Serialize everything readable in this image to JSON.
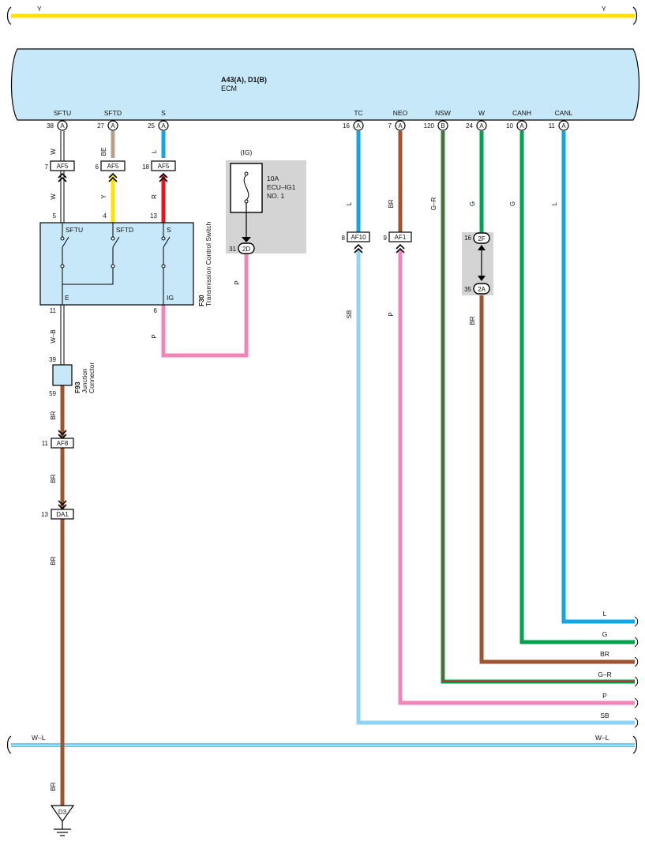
{
  "wire_colors": {
    "Y": "#ffe000",
    "L": "#12a5e6",
    "SB": "#8fd4f4",
    "BR": "#a0532d",
    "P": "#ef85b8",
    "G": "#00a34e",
    "R": "#e8141a",
    "BE": "#b9a08c",
    "GR_green": "#00a34e",
    "GR_red": "#e8141a",
    "WL_blue": "#12a5e6"
  },
  "top_bus": {
    "label_left": "Y",
    "label_right": "Y"
  },
  "ecm": {
    "title": "A43(A), D1(B)",
    "name": "ECM",
    "fill": "#c6e8f8",
    "pins": [
      {
        "name": "SFTU",
        "pin": "38",
        "conn": "A"
      },
      {
        "name": "SFTD",
        "pin": "27",
        "conn": "A"
      },
      {
        "name": "S",
        "pin": "25",
        "conn": "A"
      },
      {
        "name": "TC",
        "pin": "16",
        "conn": "A"
      },
      {
        "name": "NEO",
        "pin": "7",
        "conn": "A"
      },
      {
        "name": "NSW",
        "pin": "120",
        "conn": "B"
      },
      {
        "name": "W",
        "pin": "24",
        "conn": "A"
      },
      {
        "name": "CANH",
        "pin": "10",
        "conn": "A"
      },
      {
        "name": "CANL",
        "pin": "11",
        "conn": "A"
      }
    ]
  },
  "wire_labels": {
    "sftu_upper": "W",
    "sftd_upper": "BE",
    "s_upper": "L",
    "sftu_lower": "W",
    "sftd_lower": "Y",
    "s_lower": "R",
    "e_wire": "W–B",
    "ig_wire": "P",
    "fuse_wire": "P",
    "tc_upper": "L",
    "neo_upper": "BR",
    "nsw": "G–R",
    "w_upper": "G",
    "canh": "G",
    "canl": "L",
    "tc_lower": "SB",
    "neo_lower": "P",
    "w_lower": "BR",
    "ground_1": "BR",
    "ground_2": "BR",
    "ground_3": "BR",
    "ground_4": "BR"
  },
  "af5_connectors": [
    {
      "pin": "7",
      "label": "AF5"
    },
    {
      "pin": "6",
      "label": "AF5"
    },
    {
      "pin": "18",
      "label": "AF5"
    }
  ],
  "inline_connectors": {
    "af10": {
      "pin": "8",
      "label": "AF10"
    },
    "af1": {
      "pin": "9",
      "label": "AF1"
    },
    "af8": {
      "pin": "11",
      "label": "AF8"
    },
    "da1": {
      "pin": "13",
      "label": "DA1"
    }
  },
  "switch": {
    "id": "F30",
    "name": "Transmission Control Switch",
    "fill": "#c6e8f8",
    "pin_top": [
      "5",
      "4",
      "13"
    ],
    "terms": [
      "SFTU",
      "SFTD",
      "S"
    ],
    "e_label": "E",
    "ig_label": "IG",
    "pin_e": "11",
    "pin_ig": "6"
  },
  "fuse": {
    "ig_label": "(IG)",
    "rating": "10A",
    "name_line1": "ECU–IG1",
    "name_line2": "NO. 1",
    "pin": "31",
    "conn": "2D",
    "box_fill": "#d4d4d4"
  },
  "junction_box": {
    "upper_pin": "16",
    "upper_conn": "2F",
    "lower_pin": "35",
    "lower_conn": "2A",
    "box_fill": "#d4d4d4"
  },
  "junction_connector": {
    "id": "F93",
    "line1": "Junction",
    "line2": "Connector",
    "pin_top": "39",
    "pin_bottom": "59"
  },
  "right_labels": [
    "L",
    "G",
    "BR",
    "G–R",
    "P",
    "SB"
  ],
  "wl_bus": {
    "label_left": "W–L",
    "label_right": "W–L"
  },
  "ground": {
    "label": "D3"
  }
}
